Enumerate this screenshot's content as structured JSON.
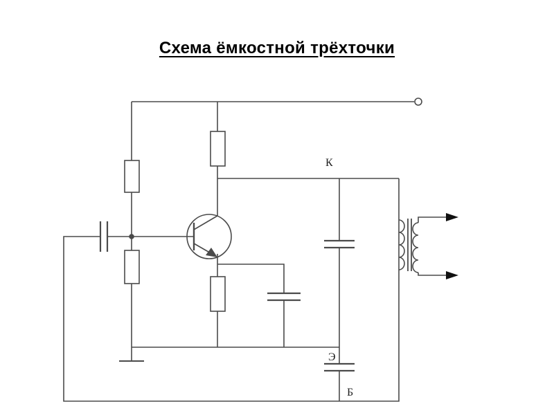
{
  "title": "Схема ёмкостной трёхточки",
  "labels": {
    "collector": "К",
    "emitter": "Э",
    "base": "Б"
  },
  "colors": {
    "wire": "#4a4a4a",
    "background": "#ffffff",
    "title": "#000000"
  }
}
